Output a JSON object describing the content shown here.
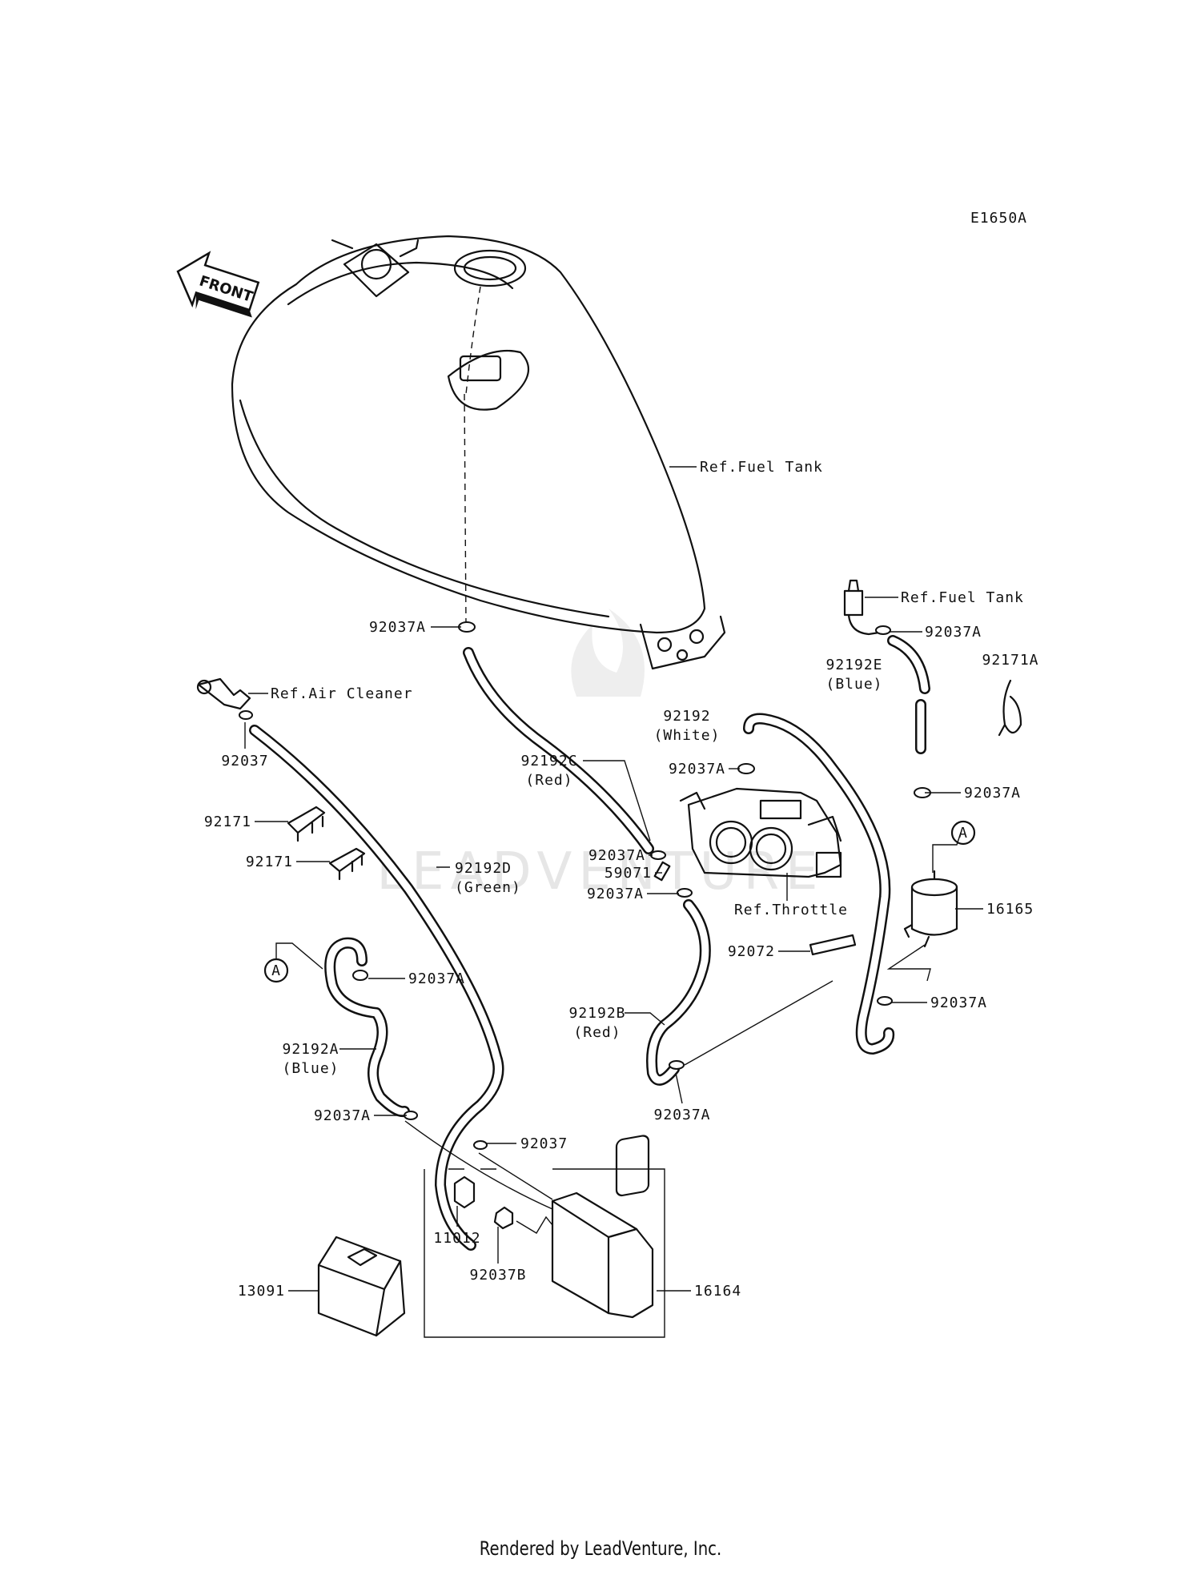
{
  "diagram_code": "E1650A",
  "front_label": "FRONT",
  "watermark": "LEADVENTURE",
  "footer": "Rendered by LeadVenture, Inc.",
  "labels": {
    "ref_fuel_tank_main": "Ref.Fuel Tank",
    "ref_fuel_tank_small": "Ref.Fuel Tank",
    "ref_air_cleaner": "Ref.Air Cleaner",
    "ref_throttle": "Ref.Throttle",
    "p92037A_tank": "92037A",
    "p92037A_top_right": "92037A",
    "p92192E": "92192E",
    "p92192E_color": "(Blue)",
    "p92171A": "92171A",
    "p92037_top_left": "92037",
    "p92192": "92192",
    "p92192_color": "(White)",
    "p92192C": "92192C",
    "p92192C_color": "(Red)",
    "p92037A_throttle": "92037A",
    "p92037A_right_mid": "92037A",
    "p92171_a": "92171",
    "p92171_b": "92171",
    "p92192D": "92192D",
    "p92192D_color": "(Green)",
    "p92037A_c": "92037A",
    "p59071": "59071",
    "p92037A_d": "92037A",
    "p16165": "16165",
    "p92072": "92072",
    "p92037A_left": "92037A",
    "p92037A_right_low": "92037A",
    "p92192B": "92192B",
    "p92192B_color": "(Red)",
    "p92192A": "92192A",
    "p92192A_color": "(Blue)",
    "p92037A_bottom_mid": "92037A",
    "p92037A_bottom_left": "92037A",
    "p92037_bottom": "92037",
    "p11012": "11012",
    "p92037B": "92037B",
    "p13091": "13091",
    "p16164": "16164",
    "marker_a_left": "A",
    "marker_a_right": "A"
  }
}
